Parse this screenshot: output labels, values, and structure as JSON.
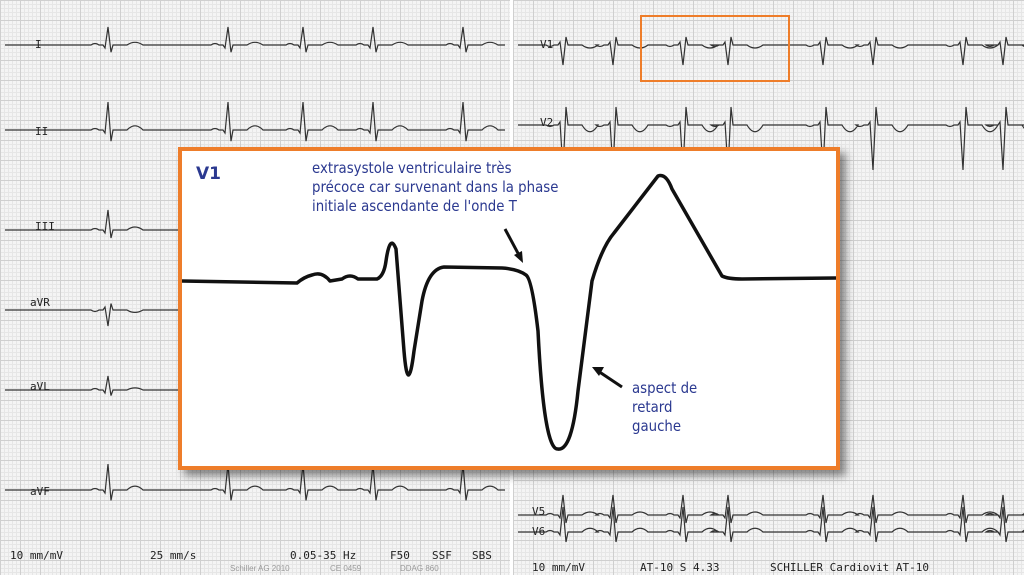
{
  "left_leads": [
    "I",
    "II",
    "III",
    "aVR",
    "aVL",
    "aVF"
  ],
  "right_leads": [
    "V1",
    "V2",
    "V5",
    "V6"
  ],
  "footer_left": {
    "gain": "10 mm/mV",
    "speed": "25 mm/s",
    "filter": "0.05-35 Hz",
    "f50": "F50",
    "ssf": "SSF",
    "sbs": "SBS",
    "small1": "Schiller AG 2010",
    "ce": "CE 0459",
    "small2": "DDAG 860"
  },
  "footer_right": {
    "gain": "10 mm/mV",
    "info": "AT-10 S  4.33",
    "brand": "SCHILLER Cardiovit AT-10"
  },
  "inset": {
    "lead": "V1",
    "annotation_top": [
      "extrasystole ventriculaire très",
      "précoce car survenant dans la phase",
      "initiale ascendante de l'onde T"
    ],
    "annotation_bottom": [
      "aspect de",
      "retard",
      "gauche"
    ]
  },
  "colors": {
    "highlight": "#ee7d2a",
    "annotation": "#2b3990"
  }
}
